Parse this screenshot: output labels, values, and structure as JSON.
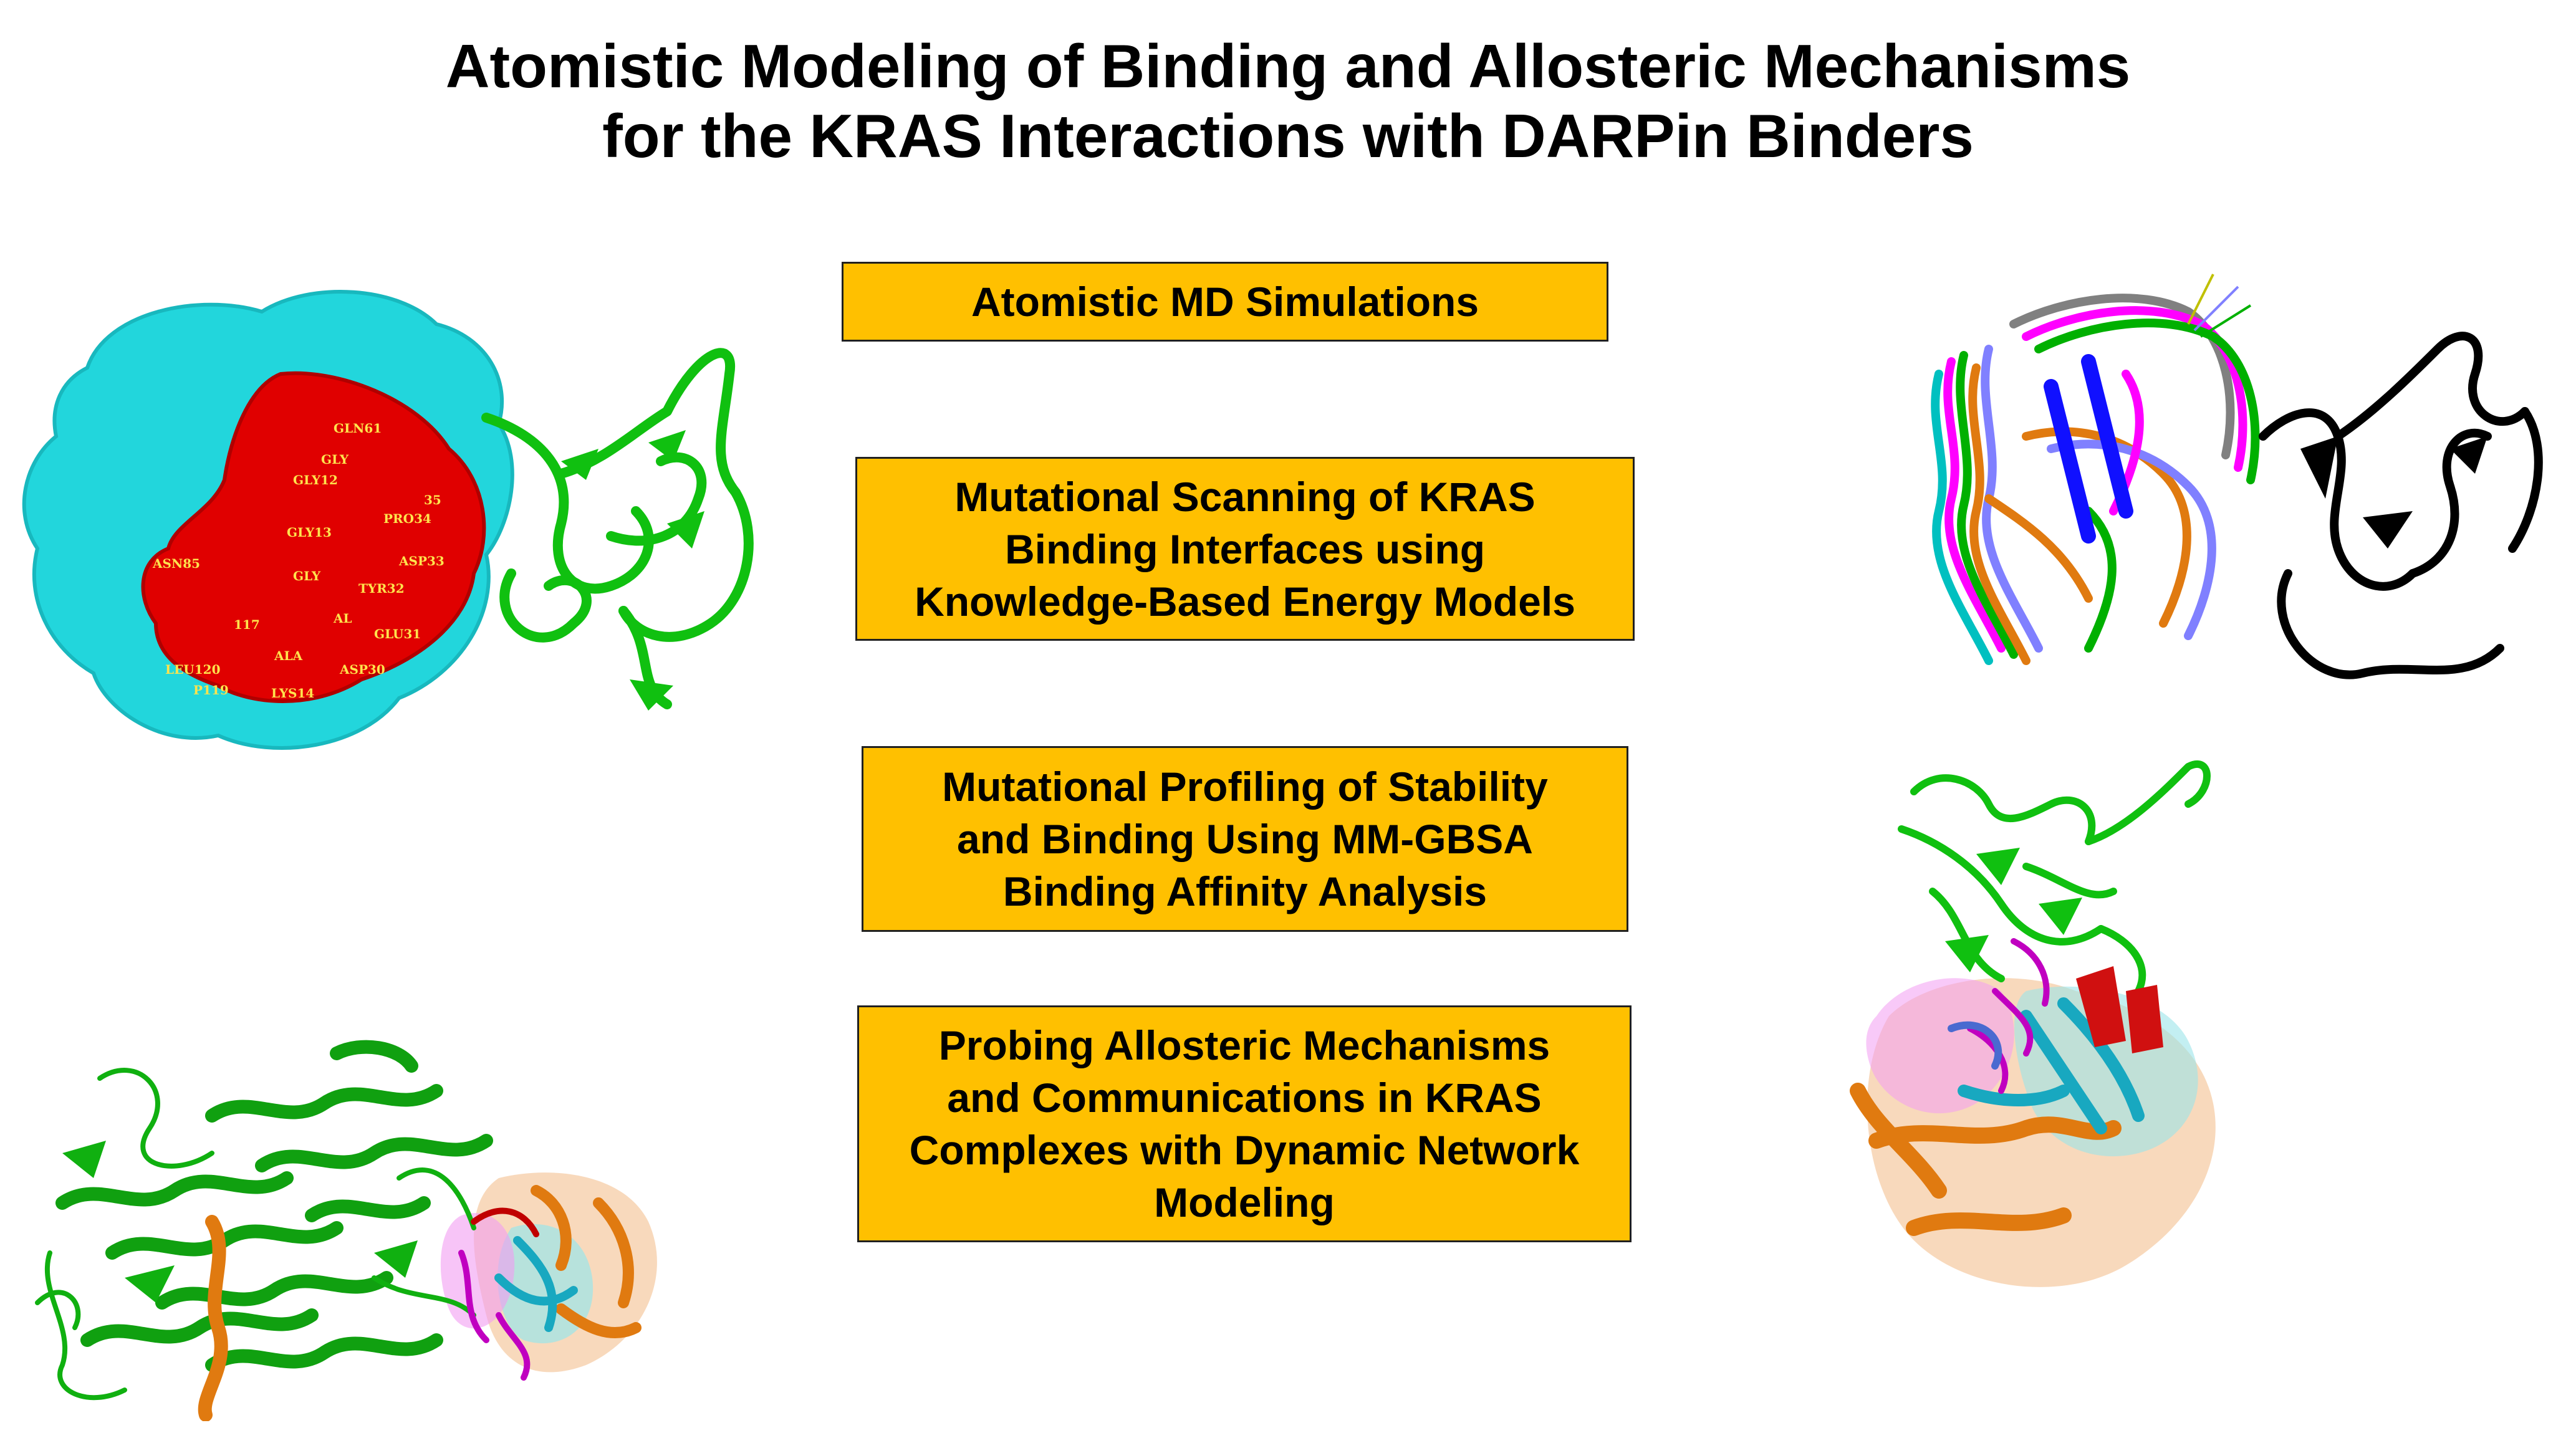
{
  "title": {
    "line1": "Atomistic Modeling of Binding and Allosteric Mechanisms",
    "line2": "for   the KRAS Interactions with DARPin Binders"
  },
  "boxes": [
    {
      "lines": [
        "Atomistic MD Simulations"
      ]
    },
    {
      "lines": [
        "Mutational Scanning of KRAS",
        "Binding Interfaces using",
        "Knowledge-Based Energy Models"
      ]
    },
    {
      "lines": [
        "Mutational Profiling of  Stability",
        "and  Binding Using MM-GBSA",
        "Binding  Affinity Analysis"
      ]
    },
    {
      "lines": [
        "Probing Allosteric Mechanisms",
        "and Communications in KRAS",
        "Complexes with Dynamic Network",
        "Modeling"
      ]
    }
  ],
  "residue_labels": [
    "GLN61",
    "GLY",
    "GLY12",
    "PRO34",
    "GLY13",
    "ASP33",
    "ASN85",
    "GLY",
    "TYR32",
    "AL",
    "GLU31",
    "117",
    "ALA",
    "ASP30",
    "LEU120",
    "P119",
    "LYS14",
    "35"
  ],
  "colors": {
    "box_fill": "#FFC000",
    "surface": "#22D6DC",
    "interface": "#E00000",
    "darpin": "#10C010",
    "orange_helix": "#E07A10",
    "magenta": "#C000C0",
    "residue_label": "#FFE34D"
  }
}
